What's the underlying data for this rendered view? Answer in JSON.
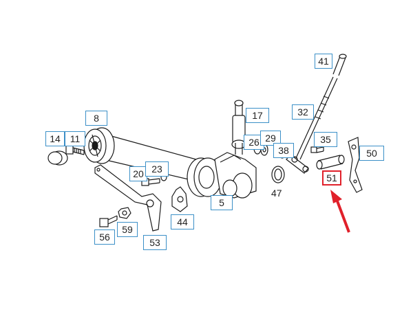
{
  "diagram": {
    "part_numbers": {
      "p41": "41",
      "p32": "32",
      "p17": "17",
      "p8": "8",
      "p14": "14",
      "p11": "11",
      "p26": "26",
      "p29": "29",
      "p38": "38",
      "p35": "35",
      "p50": "50",
      "p20": "20",
      "p23": "23",
      "p51": "51",
      "p47": "47",
      "p5": "5",
      "p44": "44",
      "p59": "59",
      "p56": "56",
      "p53": "53"
    },
    "highlighted_part": "51",
    "colors": {
      "callout_border": "#3a8fc7",
      "highlight": "#e0202a",
      "line_art": "#1a1a1a"
    },
    "icons": {
      "arrow": "red-pointer-arrow"
    }
  }
}
